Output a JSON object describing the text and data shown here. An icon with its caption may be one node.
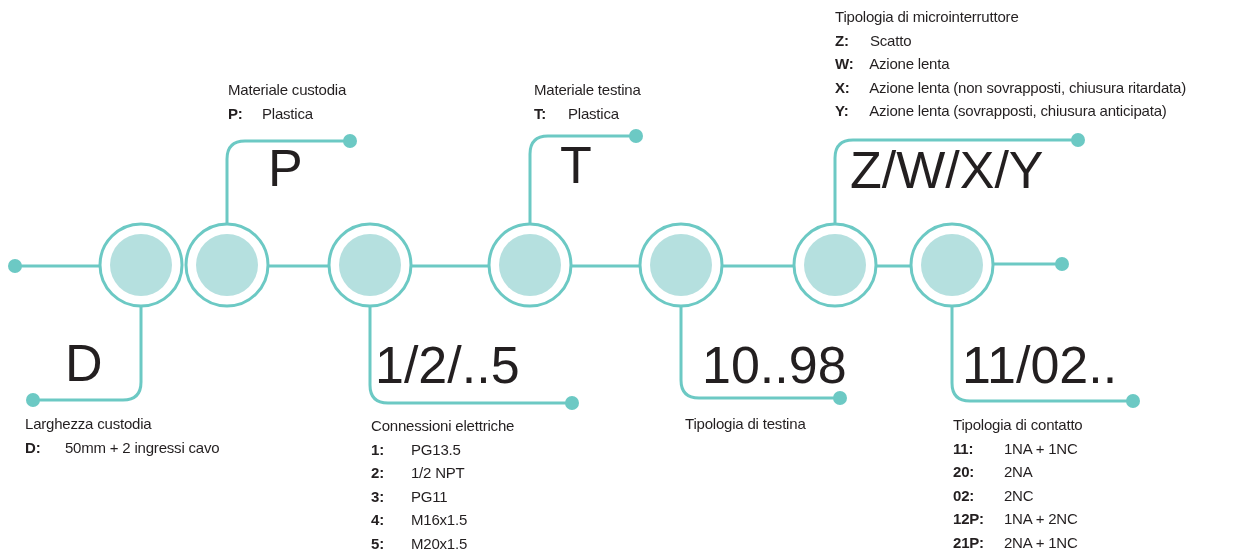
{
  "diagram": {
    "nodes": [
      {
        "text": [],
        "shape": "circle"
      },
      {
        "text": [],
        "shape": "circle"
      },
      {
        "text": [],
        "shape": "circle"
      },
      {
        "text": [],
        "shape": "circle"
      },
      {
        "text": [],
        "shape": "circle"
      },
      {
        "text": [],
        "shape": "circle"
      },
      {
        "text": [],
        "shape": "circle"
      },
      {
        "text": [
          "Larghezza custodia",
          "**D:** 50mm + 2 ingressi cavo"
        ]
      },
      {
        "text": [
          "Materiale custodia",
          "**P:** Plastica"
        ]
      },
      {
        "text": [
          "Connessioni elettriche",
          "**1:** PG13.5",
          "**2:** 1/2 NPT",
          "**3:** PG11",
          "**4:** M16x1.5",
          "**5:** M20x1.5"
        ]
      },
      {
        "text": [
          "Materiale testina",
          "**T:** Plastica"
        ]
      },
      {
        "text": [
          "Tipologia di testina"
        ]
      },
      {
        "text": [
          "Tipologia di microinterruttore",
          "**Z:** Scatto",
          "**W:** Azione lenta",
          "**X:** Azione lenta (non sovrapposti, chiusura ritardata)",
          "**Y:** Azione lenta (sovrapposti, chiusura anticipata)"
        ]
      },
      {
        "text": [
          "Tipologia di contatto",
          "**11:** 1NA + 1NC",
          "**20:** 2NA",
          "**02:** 2NC",
          "**12P:** 1NA + 2NC",
          "**21P:** 2NA + 1NC"
        ]
      }
    ],
    "edges": [
      {
        "from": 0,
        "to": null,
        "arrow": "other"
      },
      {
        "from": 0,
        "to": 7,
        "arrow": "other",
        "label": "D"
      },
      {
        "from": 1,
        "to": 8,
        "arrow": "other",
        "label": "P"
      },
      {
        "from": 1,
        "to": 2,
        "arrow": "none"
      },
      {
        "from": 2,
        "to": 9,
        "arrow": "other",
        "label": "1/2/..5"
      },
      {
        "from": 2,
        "to": 3,
        "arrow": "none"
      },
      {
        "from": 3,
        "to": 10,
        "arrow": "other",
        "label": "T"
      },
      {
        "from": 3,
        "to": 4,
        "arrow": "none"
      },
      {
        "from": 4,
        "to": 11,
        "arrow": "other",
        "label": "10..98"
      },
      {
        "from": 4,
        "to": 5,
        "arrow": "none"
      },
      {
        "from": 5,
        "to": 12,
        "arrow": "other",
        "label": "Z/W/X/Y"
      },
      {
        "from": 5,
        "to": 6,
        "arrow": "none"
      },
      {
        "from": 6,
        "to": 13,
        "arrow": "other",
        "label": "11/02.."
      },
      {
        "from": 6,
        "to": null,
        "arrow": "other"
      }
    ]
  }
}
